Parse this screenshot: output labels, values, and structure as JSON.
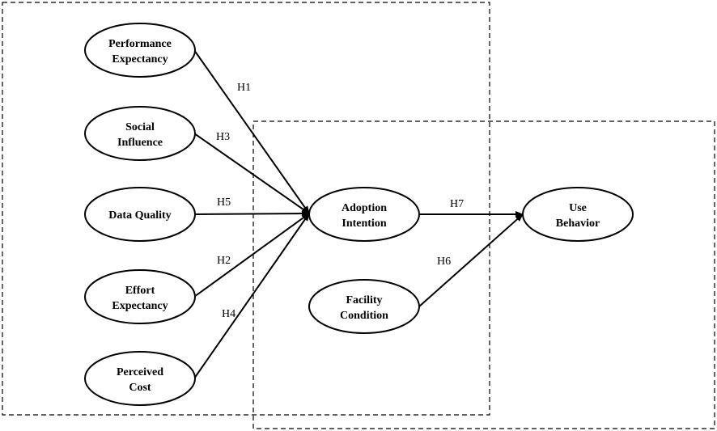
{
  "diagram": {
    "nodes": {
      "performance_expectancy": {
        "lines": [
          "Performance",
          "Expectancy"
        ]
      },
      "social_influence": {
        "lines": [
          "Social",
          "Influence"
        ]
      },
      "data_quality": {
        "lines": [
          "Data Quality"
        ]
      },
      "effort_expectancy": {
        "lines": [
          "Effort",
          "Expectancy"
        ]
      },
      "perceived_cost": {
        "lines": [
          "Perceived",
          "Cost"
        ]
      },
      "adoption_intention": {
        "lines": [
          "Adoption",
          "Intention"
        ]
      },
      "facility_condition": {
        "lines": [
          "Facility",
          "Condition"
        ]
      },
      "use_behavior": {
        "lines": [
          "Use",
          "Behavior"
        ]
      }
    },
    "edges": {
      "pe_ai": {
        "from": "Performance Expectancy",
        "to": "Adoption Intention",
        "label": "H1"
      },
      "si_ai": {
        "from": "Social Influence",
        "to": "Adoption Intention",
        "label": "H3"
      },
      "dq_ai": {
        "from": "Data Quality",
        "to": "Adoption Intention",
        "label": "H5"
      },
      "ee_ai": {
        "from": "Effort Expectancy",
        "to": "Adoption Intention",
        "label": "H2"
      },
      "pc_ai": {
        "from": "Perceived Cost",
        "to": "Adoption Intention",
        "label": "H4"
      },
      "ai_ub": {
        "from": "Adoption Intention",
        "to": "Use Behavior",
        "label": "H7"
      },
      "fc_ub": {
        "from": "Facility Condition",
        "to": "Use Behavior",
        "label": "H6"
      }
    },
    "colors": {
      "stroke": "#000000",
      "background": "#ffffff"
    }
  }
}
